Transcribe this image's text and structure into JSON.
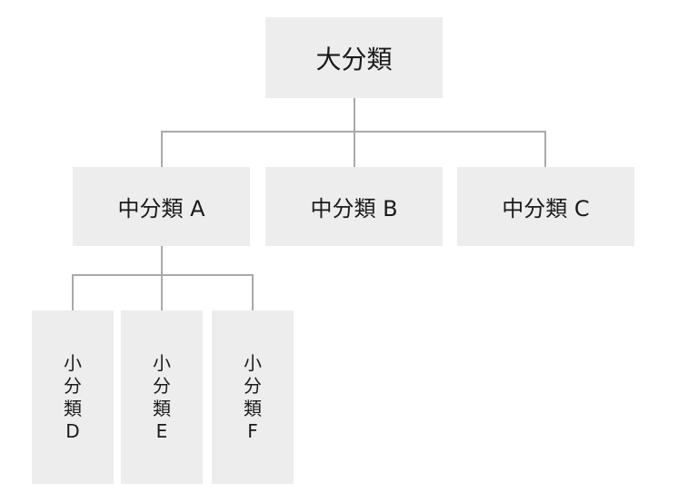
{
  "colors": {
    "background": "#ffffff",
    "box_fill": "#ededed",
    "line": "#a9a9a9",
    "text": "#1a1a1a"
  },
  "diagram": {
    "type": "hierarchy-tree",
    "root": {
      "label": "大分類"
    },
    "mid_nodes": [
      {
        "label": "中分類 A"
      },
      {
        "label": "中分類 B"
      },
      {
        "label": "中分類 C"
      }
    ],
    "sub_nodes": [
      {
        "label": "小\n分\n類\nD"
      },
      {
        "label": "小\n分\n類\nE"
      },
      {
        "label": "小\n分\n類\nF"
      }
    ],
    "edges": [
      {
        "from": "大分類",
        "to": "中分類 A"
      },
      {
        "from": "大分類",
        "to": "中分類 B"
      },
      {
        "from": "大分類",
        "to": "中分類 C"
      },
      {
        "from": "中分類 A",
        "to": "小分類D"
      },
      {
        "from": "中分類 A",
        "to": "小分類E"
      },
      {
        "from": "中分類 A",
        "to": "小分類F"
      }
    ]
  }
}
